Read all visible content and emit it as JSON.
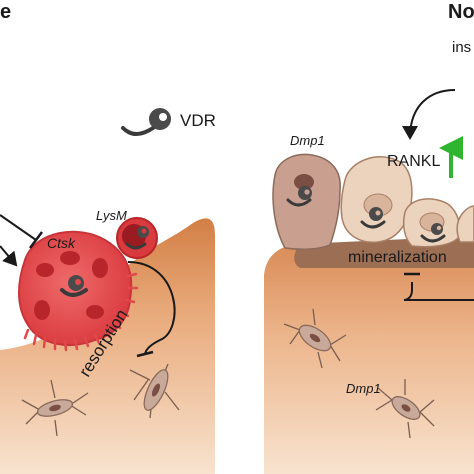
{
  "panel_left": {
    "title_fragment": "e",
    "labels": {
      "vdr": "VDR",
      "lysm": "LysM",
      "ctsk": "Ctsk",
      "resorption": "resorption"
    }
  },
  "panel_right": {
    "title_fragment": "No",
    "subtitle_fragment": "ins",
    "labels": {
      "dmp1_top": "Dmp1",
      "rankl": "RANKL",
      "mineralization": "mineralization",
      "dmp1_bottom": "Dmp1"
    }
  },
  "colors": {
    "bone_top": "#d98a4e",
    "bone_bottom": "#f6dcc4",
    "osteoclast": "#e0484b",
    "osteoclast_dark": "#b8262b",
    "osteoblast": "#e9cdb4",
    "osteoblast_edge": "#a88065",
    "osteocyte": "#b89a8c",
    "vdr": "#4a4a4a",
    "up_arrow": "#2fb52f"
  }
}
